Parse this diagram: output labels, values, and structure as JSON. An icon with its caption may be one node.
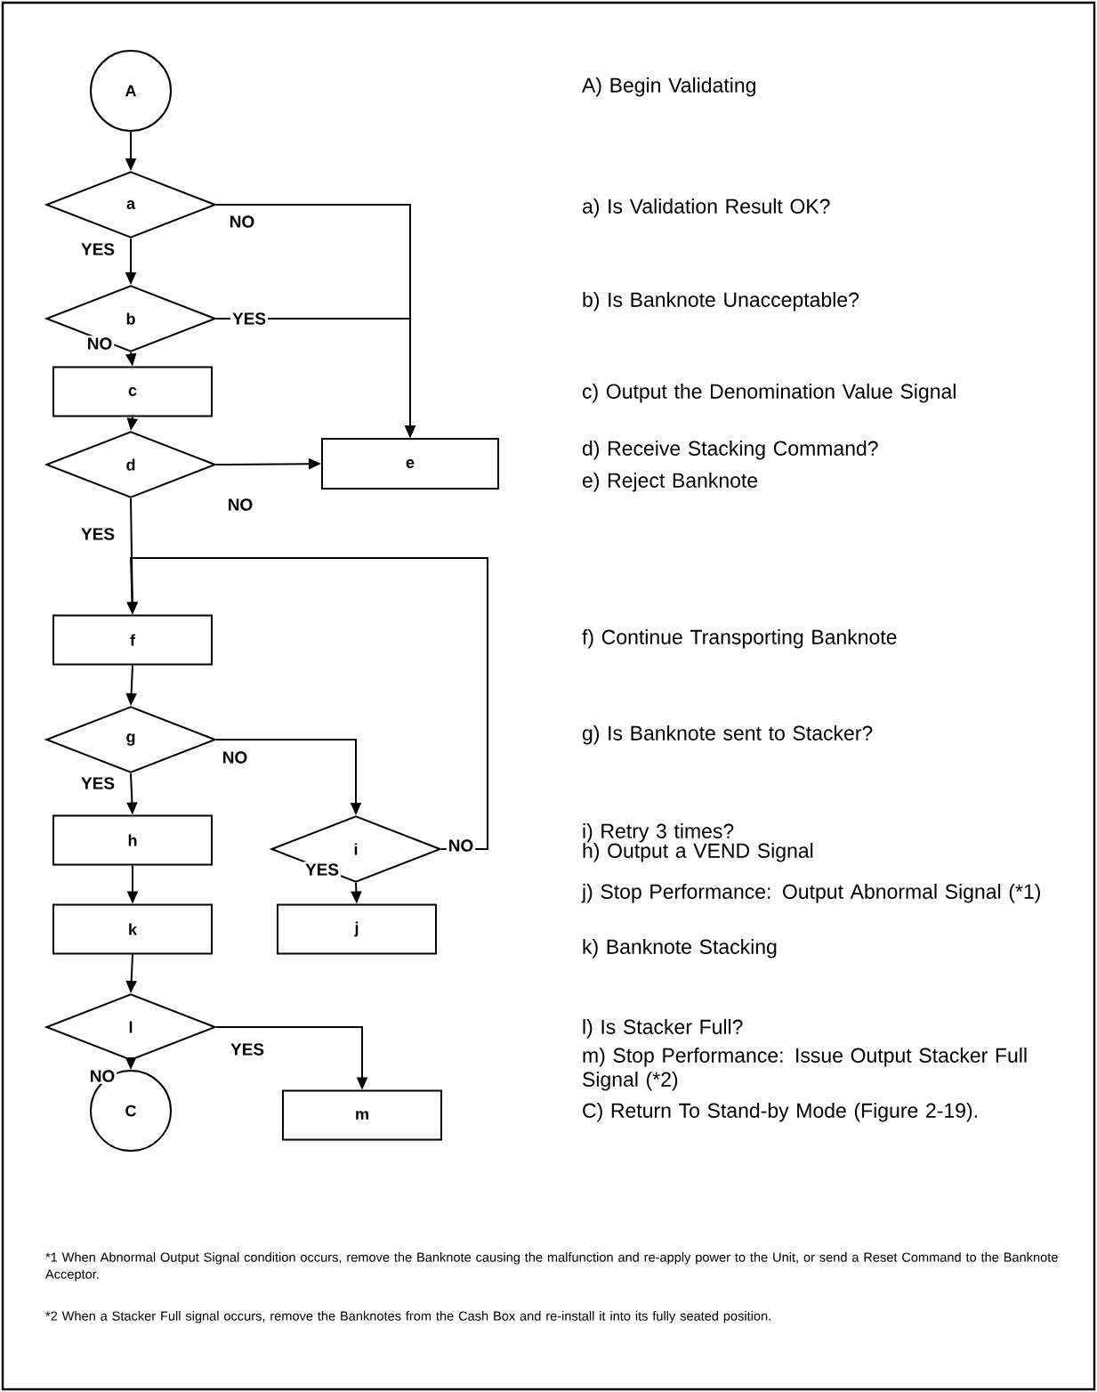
{
  "diagram": {
    "nodes": [
      {
        "text": [
          "A"
        ]
      },
      {
        "text": [
          "a"
        ]
      },
      {
        "text": [
          "b"
        ]
      },
      {
        "text": [
          "c"
        ]
      },
      {
        "text": [
          "d"
        ]
      },
      {
        "text": [
          "e"
        ]
      },
      {
        "text": [
          "f"
        ]
      },
      {
        "text": [
          "g"
        ]
      },
      {
        "text": [
          "i"
        ]
      },
      {
        "text": [
          "h"
        ]
      },
      {
        "text": [
          "j"
        ]
      },
      {
        "text": [
          "k"
        ]
      },
      {
        "text": [
          "l"
        ]
      },
      {
        "text": [
          "C"
        ]
      },
      {
        "text": [
          "m"
        ]
      }
    ],
    "edges": [
      {
        "from": 0,
        "to": 1,
        "arrow": "to"
      },
      {
        "from": 1,
        "to": 2,
        "arrow": "to",
        "label": "YES"
      },
      {
        "from": 1,
        "to": 5,
        "arrow": "to",
        "label": "NO"
      },
      {
        "from": 2,
        "to": 5,
        "arrow": "to",
        "label": "YES"
      },
      {
        "from": 2,
        "to": 3,
        "arrow": "to",
        "label": "NO"
      },
      {
        "from": 3,
        "to": 4,
        "arrow": "to"
      },
      {
        "from": 4,
        "to": 5,
        "arrow": "to",
        "label": "NO"
      },
      {
        "from": 4,
        "to": 6,
        "arrow": "to",
        "label": "YES"
      },
      {
        "from": 6,
        "to": 7,
        "arrow": "to"
      },
      {
        "from": 7,
        "to": 9,
        "arrow": "to",
        "label": "YES"
      },
      {
        "from": 7,
        "to": 8,
        "arrow": "to",
        "label": "NO"
      },
      {
        "from": 8,
        "to": 6,
        "arrow": "to",
        "label": "NO"
      },
      {
        "from": 8,
        "to": 10,
        "arrow": "to",
        "label": "YES"
      },
      {
        "from": 9,
        "to": 11,
        "arrow": "to"
      },
      {
        "from": 11,
        "to": 12,
        "arrow": "to"
      },
      {
        "from": 12,
        "to": 13,
        "arrow": "to",
        "label": "NO"
      },
      {
        "from": 12,
        "to": 14,
        "arrow": "to",
        "label": "YES"
      }
    ],
    "labels": [
      "A) Begin Validating",
      "a) Is Validation Result OK?",
      "b) Is Banknote Unacceptable?",
      "c) Output the Denomination Value Signal",
      "d) Receive Stacking Command?",
      "e) Reject Banknote",
      "f) Continue Transporting Banknote",
      "g) Is Banknote sent to Stacker?",
      "i) Retry 3 times?",
      "h) Output a VEND Signal",
      "j) Stop Performance: Output Abnormal Signal (*1)",
      "k) Banknote Stacking",
      "l) Is Stacker Full?",
      "m) Stop Performance: Issue Output Stacker Full Signal (*2)",
      "C) Return To Stand-by Mode (Figure 2-19).",
      "*1 When Abnormal Output Signal condition occurs, remove the Banknote causing the malfunction and re-apply power to the Unit, or send a Reset Command to the Banknote Acceptor.",
      "*2 When a Stacker Full signal occurs, remove the Banknotes from the Cash Box and re-install it into its fully seated position."
    ]
  }
}
